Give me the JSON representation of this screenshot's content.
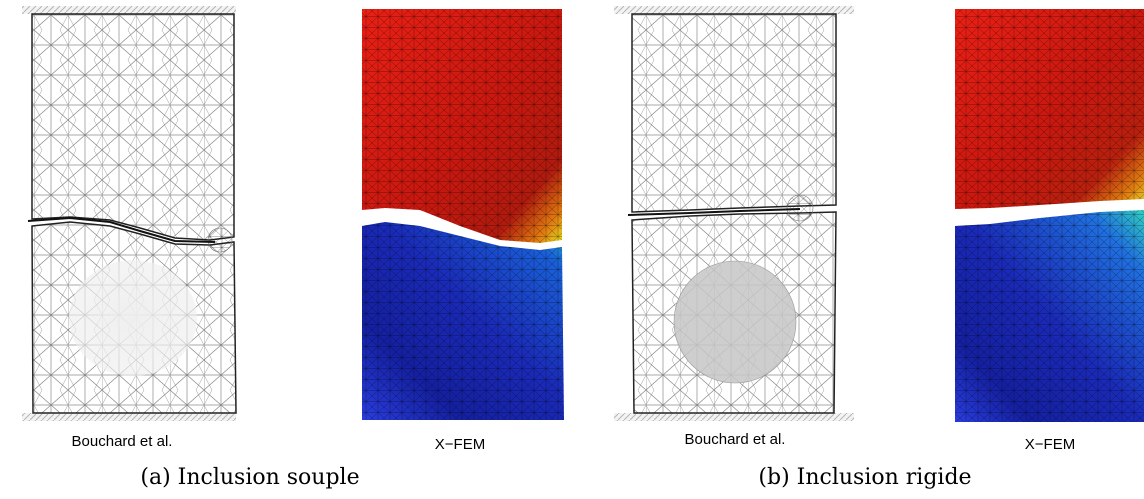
{
  "panels": [
    {
      "label": "Bouchard et al.",
      "kind": "mesh",
      "inclusion": "soft"
    },
    {
      "label": "X−FEM",
      "kind": "field",
      "inclusion": "soft"
    },
    {
      "label": "Bouchard et al.",
      "kind": "mesh",
      "inclusion": "rigid"
    },
    {
      "label": "X−FEM",
      "kind": "field",
      "inclusion": "rigid"
    }
  ],
  "captions": {
    "a": "(a) Inclusion souple",
    "b": "(b) Inclusion rigide"
  },
  "colors": {
    "hot": "#e0201a",
    "cool": "#1a2fd0",
    "mesh_line": "#888888",
    "soft_inclusion": "#eeeeee",
    "rigid_inclusion": "#c6c6c6"
  }
}
